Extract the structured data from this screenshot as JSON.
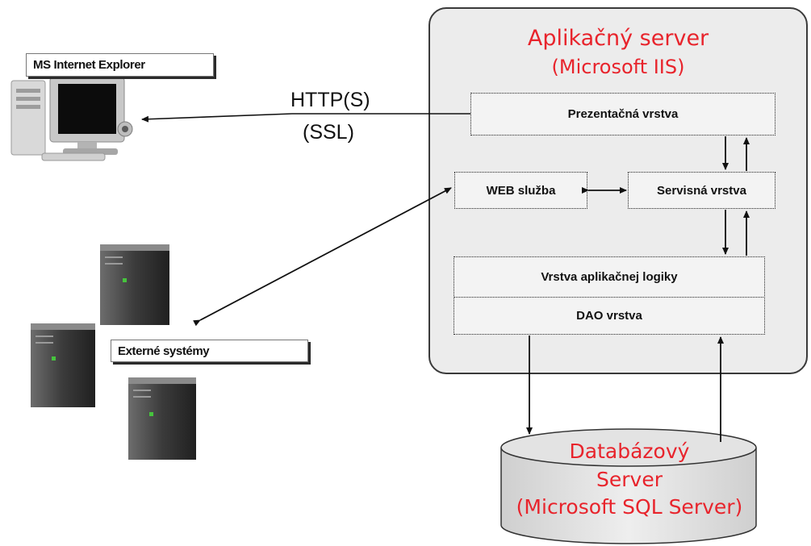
{
  "app_server": {
    "title": "Aplikačný server",
    "subtitle": "(Microsoft IIS)"
  },
  "layers": {
    "presentation": "Prezentačná vrstva",
    "web_service": "WEB služba",
    "service": "Servisná vrstva",
    "app_logic": "Vrstva aplikačnej logiky",
    "dao": "DAO vrstva"
  },
  "client": {
    "label": "MS Internet Explorer"
  },
  "protocol": {
    "line1": "HTTP(S)",
    "line2": "(SSL)"
  },
  "external": {
    "label": "Externé systémy"
  },
  "database": {
    "line1": "Databázový",
    "line2": "Server",
    "line3": "(Microsoft SQL Server)"
  },
  "colors": {
    "title_red": "#e8242c",
    "server_panel": "#ececec",
    "cylinder": "#e3e3e3"
  }
}
